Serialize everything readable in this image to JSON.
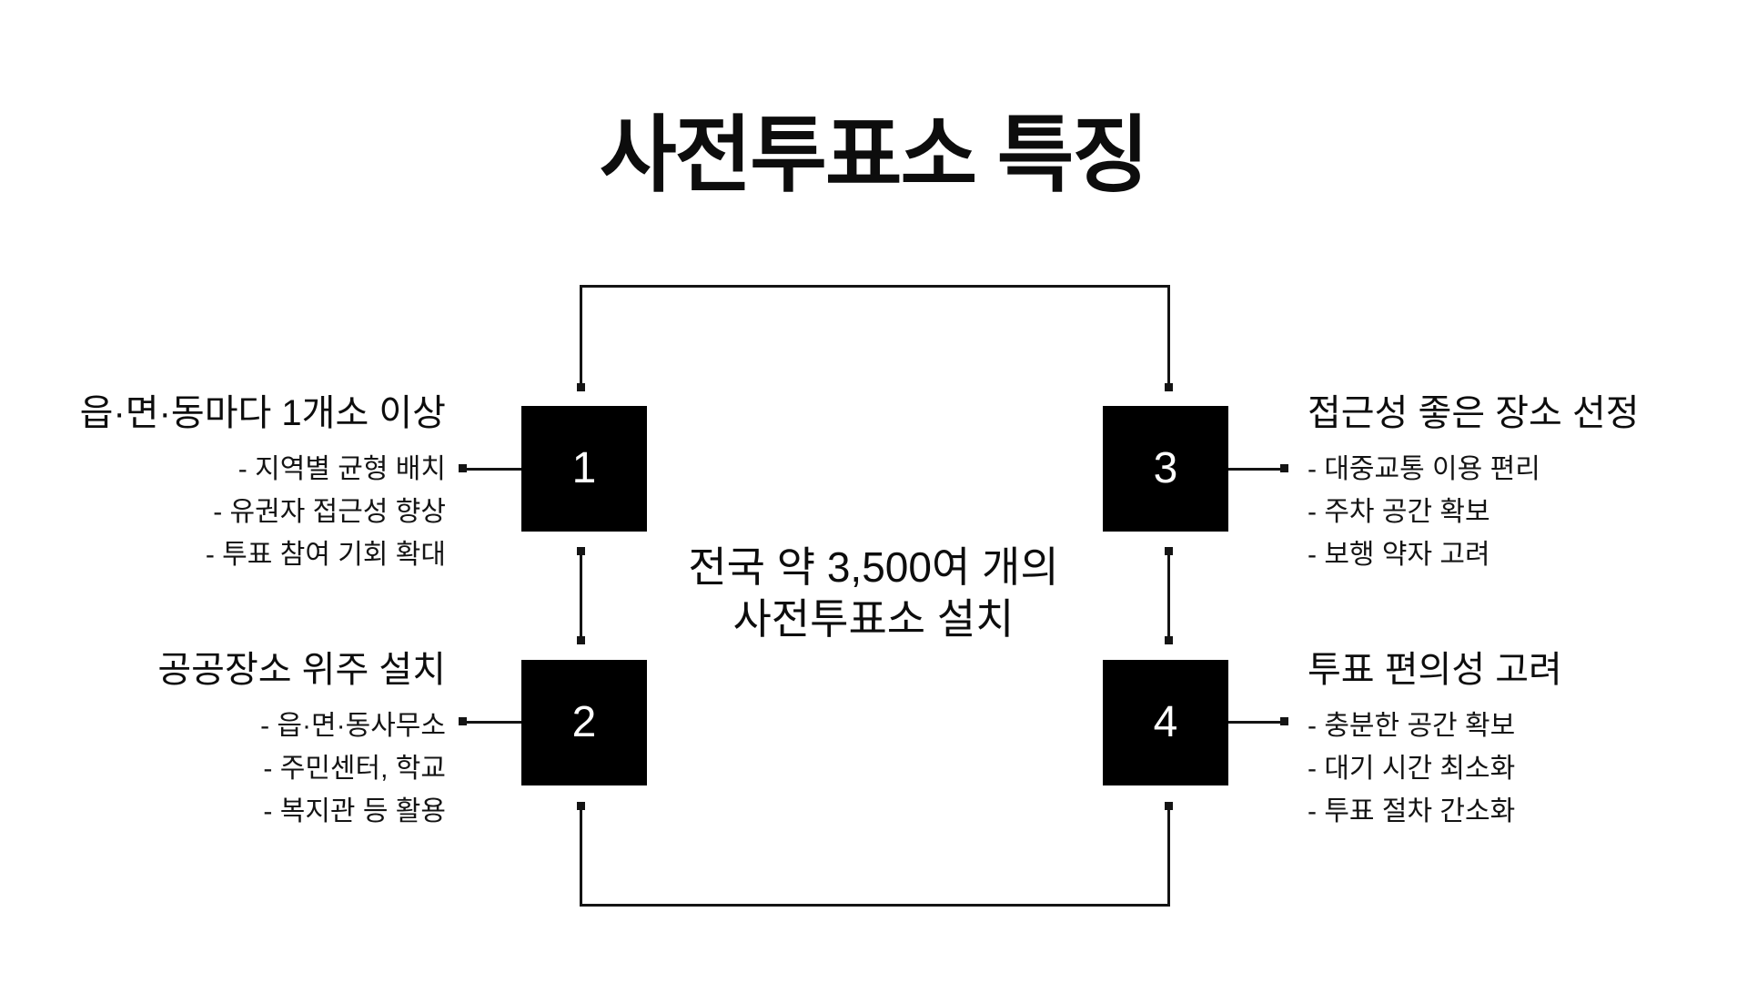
{
  "title": "사전투표소 특징",
  "center": {
    "line1": "전국 약 3,500여 개의",
    "line2": "사전투표소 설치"
  },
  "items": [
    {
      "number": "1",
      "position": "top-left",
      "heading": "읍·면·동마다 1개소 이상",
      "bullets": [
        "- 지역별 균형 배치",
        "- 유권자 접근성 향상",
        "- 투표 참여 기회 확대"
      ]
    },
    {
      "number": "2",
      "position": "bottom-left",
      "heading": "공공장소 위주 설치",
      "bullets": [
        "- 읍·면·동사무소",
        "- 주민센터, 학교",
        "- 복지관 등 활용"
      ]
    },
    {
      "number": "3",
      "position": "top-right",
      "heading": "접근성 좋은 장소 선정",
      "bullets": [
        "- 대중교통 이용 편리",
        "- 주차 공간 확보",
        "- 보행 약자 고려"
      ]
    },
    {
      "number": "4",
      "position": "bottom-right",
      "heading": "투표 편의성 고려",
      "bullets": [
        "- 충분한 공간 확보",
        "- 대기 시간 최소화",
        "- 투표 절차 간소화"
      ]
    }
  ],
  "colors": {
    "background": "#ffffff",
    "box_fill": "#000000",
    "number_color": "#ffffff",
    "text_strong": "#0d0d0d",
    "text": "#141414",
    "line_color": "#141414"
  }
}
